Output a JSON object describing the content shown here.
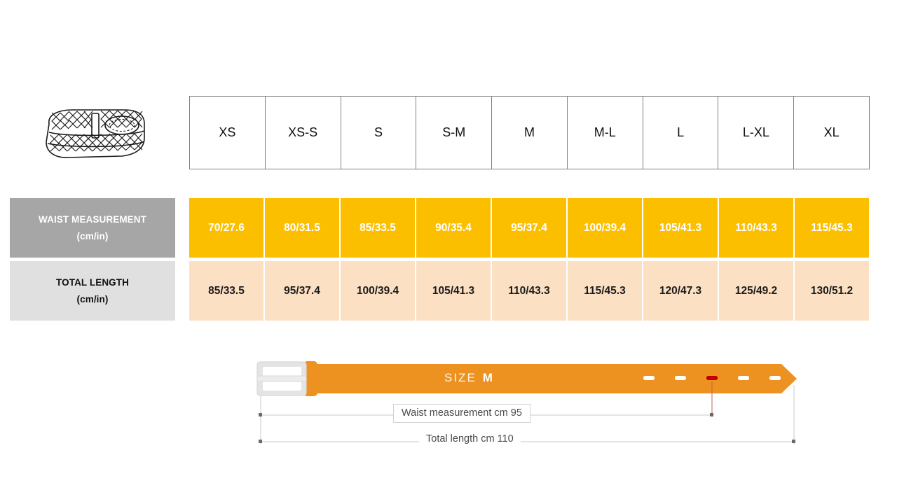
{
  "product_icon": {
    "name": "braided-belt-illustration"
  },
  "size_table": {
    "sizes": [
      "XS",
      "XS-S",
      "S",
      "S-M",
      "M",
      "M-L",
      "L",
      "L-XL",
      "XL"
    ],
    "rows": [
      {
        "id": "waist",
        "label_main": "WAIST MEASUREMENT",
        "label_sub": "(cm/in)",
        "values": [
          "70/27.6",
          "80/31.5",
          "85/33.5",
          "90/35.4",
          "95/37.4",
          "100/39.4",
          "105/41.3",
          "110/43.3",
          "115/45.3"
        ]
      },
      {
        "id": "length",
        "label_main": "TOTAL LENGTH",
        "label_sub": "(cm/in)",
        "values": [
          "85/33.5",
          "95/37.4",
          "100/39.4",
          "105/41.3",
          "110/43.3",
          "115/45.3",
          "120/47.3",
          "125/49.2",
          "130/51.2"
        ]
      }
    ]
  },
  "diagram": {
    "size_word": "SIZE",
    "size_value": "M",
    "waist_dimension_label": "Waist measurement cm 95",
    "total_length_dimension_label": "Total length cm 110",
    "hole_count": 5,
    "highlighted_hole_index": 3,
    "belt_color": "#ed9121",
    "buckle_color": "#e2e2e2",
    "highlight_color": "#c00000"
  },
  "colors": {
    "waist_row_fill": "#fcbf00",
    "waist_label_fill": "#a6a6a6",
    "length_row_fill": "#fce0c4",
    "length_label_fill": "#e0e0e0",
    "header_border": "#7f7f7f"
  }
}
